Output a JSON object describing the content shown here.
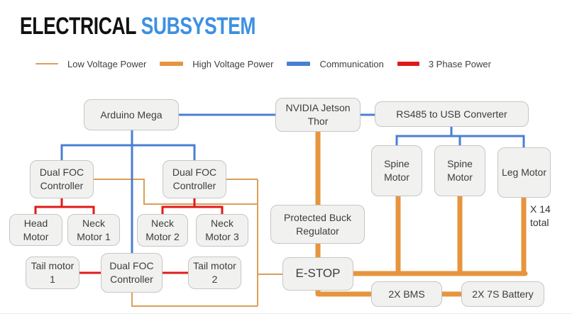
{
  "title": {
    "part1": "ELECTRICAL",
    "part2": "SUBSYSTEM"
  },
  "colors": {
    "title_accent": "#3d90e2",
    "low_voltage": "#d99f58",
    "high_voltage": "#e6953e",
    "communication": "#4a7fd1",
    "three_phase": "#e01a1a",
    "node_fill": "#f1f1f0",
    "node_border": "#c6c6c6"
  },
  "legend": {
    "items": [
      {
        "label": "Low Voltage Power"
      },
      {
        "label": "High Voltage Power"
      },
      {
        "label": "Communication"
      },
      {
        "label": "3 Phase Power"
      }
    ]
  },
  "nodes": {
    "arduino_mega": "Arduino Mega",
    "jetson_thor": "NVIDIA Jetson Thor",
    "rs485_converter": "RS485 to USB Converter",
    "dual_foc_1": "Dual FOC Controller",
    "dual_foc_2": "Dual FOC Controller",
    "dual_foc_3": "Dual FOC Controller",
    "head_motor": "Head Motor",
    "neck_motor_1": "Neck Motor 1",
    "neck_motor_2": "Neck Motor 2",
    "neck_motor_3": "Neck Motor 3",
    "tail_motor_1": "Tail motor 1",
    "tail_motor_2": "Tail motor 2",
    "spine_motor_1": "Spine Motor",
    "spine_motor_2": "Spine Motor",
    "leg_motor": "Leg Motor",
    "buck_regulator": "Protected Buck Regulator",
    "e_stop": "E-STOP",
    "bms": "2X BMS",
    "battery": "2X 7S Battery"
  },
  "annotations": {
    "leg_motor_count": "X 14 total"
  }
}
